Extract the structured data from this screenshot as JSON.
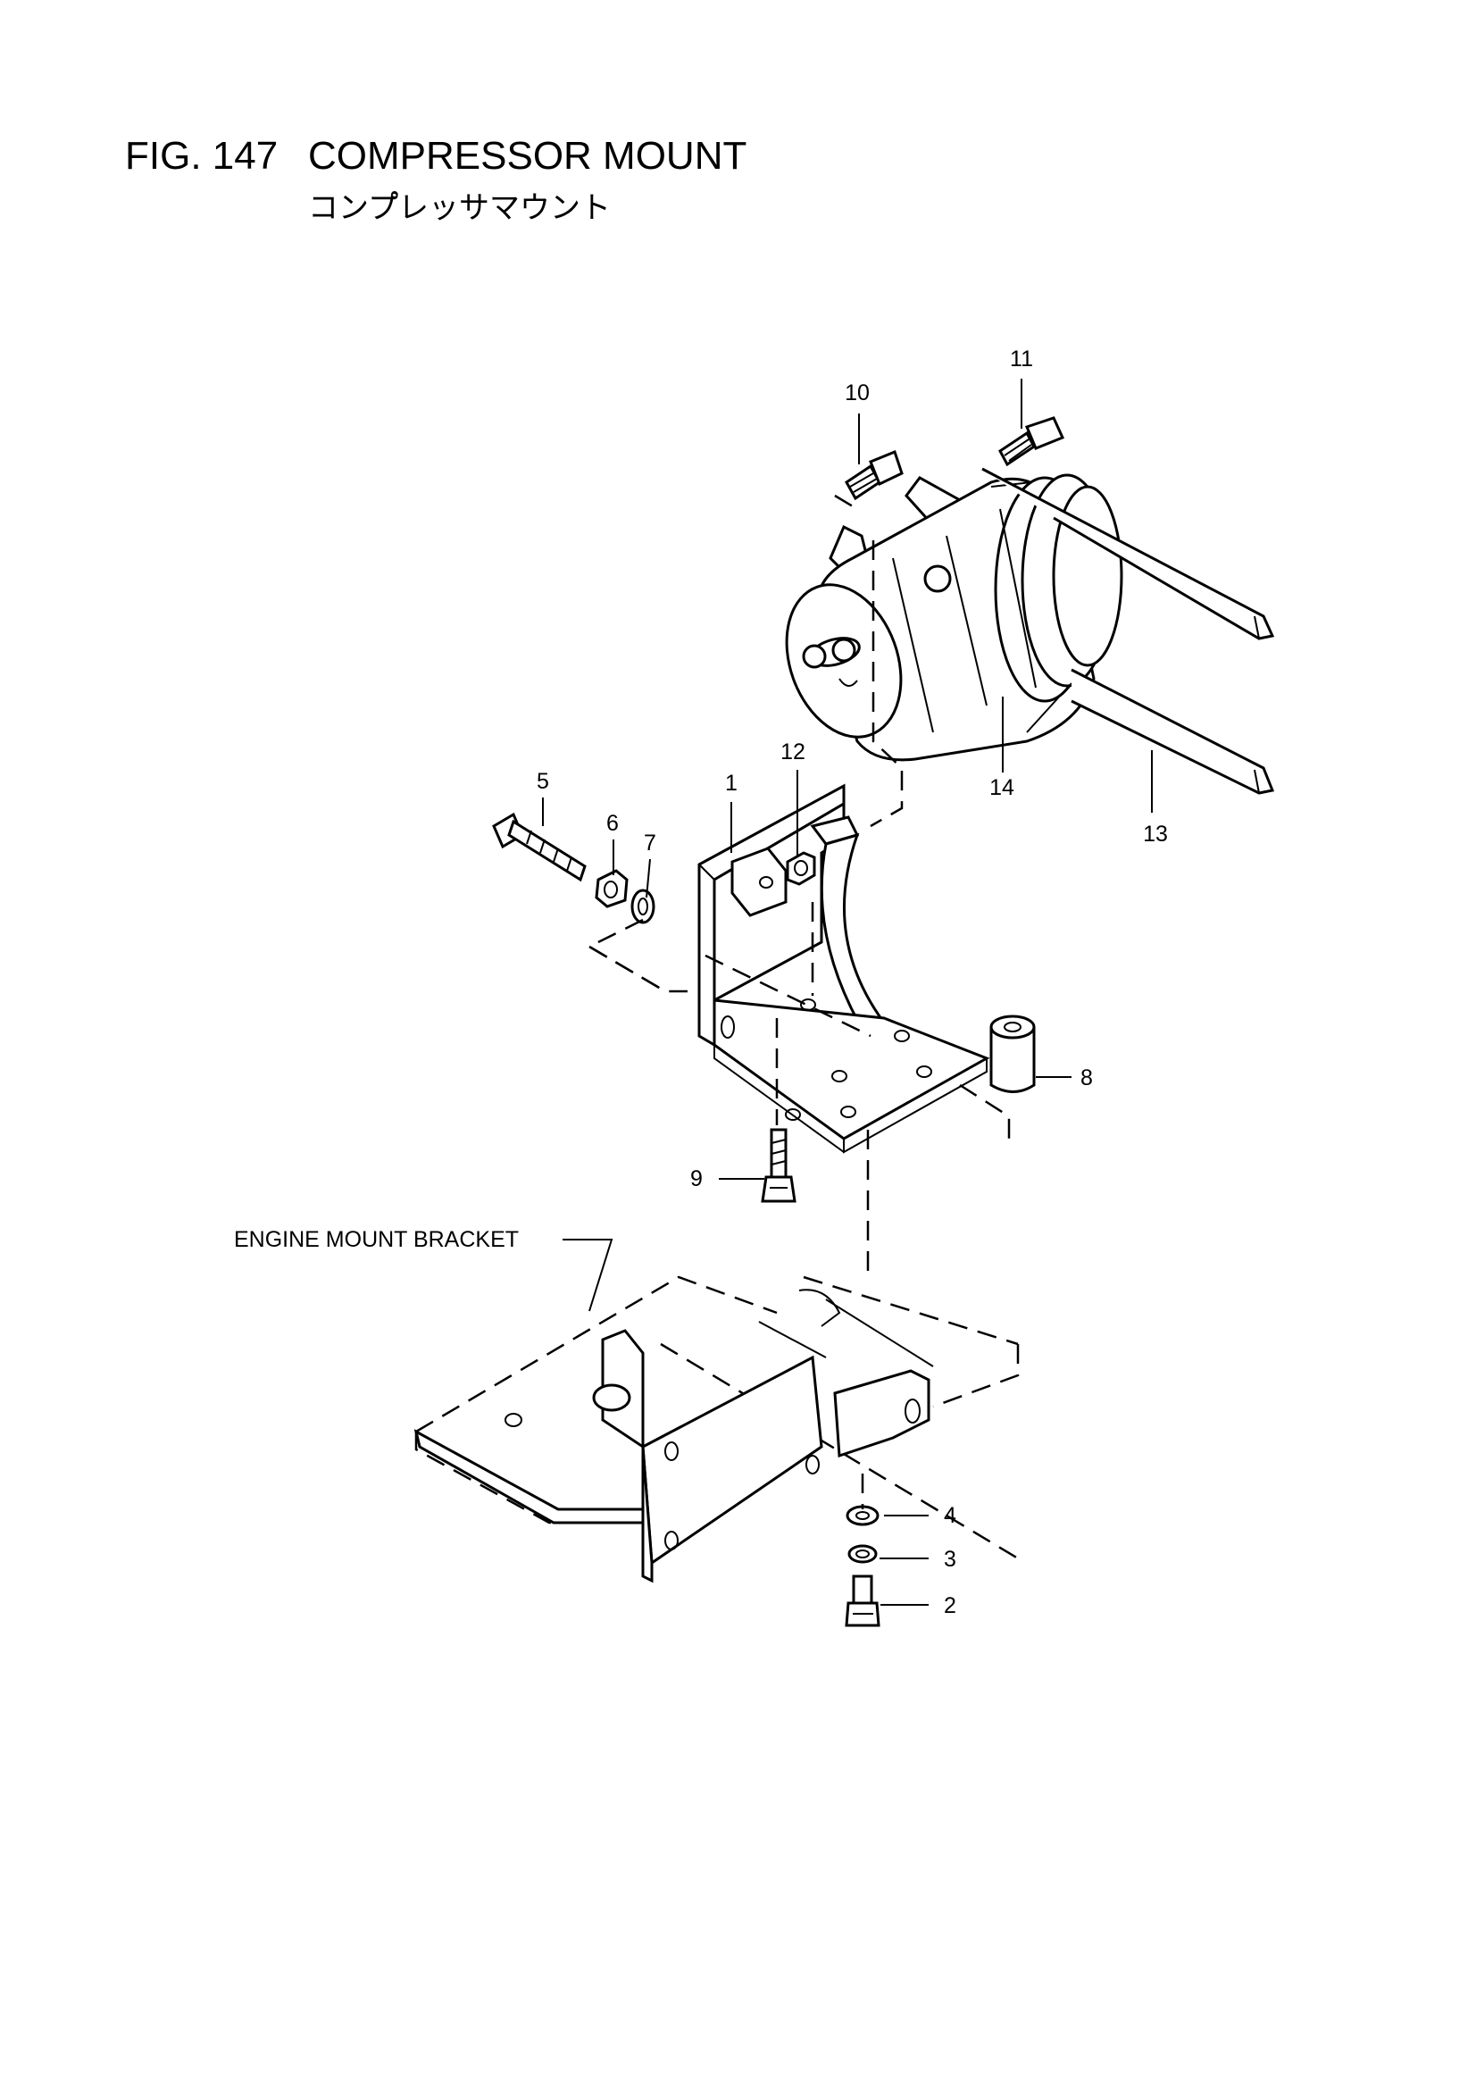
{
  "figure": {
    "number": "FIG. 147",
    "title": "COMPRESSOR MOUNT",
    "subtitle": "コンプ゚レッサマウント"
  },
  "callouts": [
    {
      "id": "c1",
      "label": "1"
    },
    {
      "id": "c2",
      "label": "2"
    },
    {
      "id": "c3",
      "label": "3"
    },
    {
      "id": "c4",
      "label": "4"
    },
    {
      "id": "c5",
      "label": "5"
    },
    {
      "id": "c6",
      "label": "6"
    },
    {
      "id": "c7",
      "label": "7"
    },
    {
      "id": "c8",
      "label": "8"
    },
    {
      "id": "c9",
      "label": "9"
    },
    {
      "id": "c10",
      "label": "10"
    },
    {
      "id": "c11",
      "label": "11"
    },
    {
      "id": "c12",
      "label": "12"
    },
    {
      "id": "c13",
      "label": "13"
    },
    {
      "id": "c14",
      "label": "14"
    }
  ],
  "annotations": {
    "engine_mount_bracket": "ENGINE MOUNT BRACKET"
  }
}
